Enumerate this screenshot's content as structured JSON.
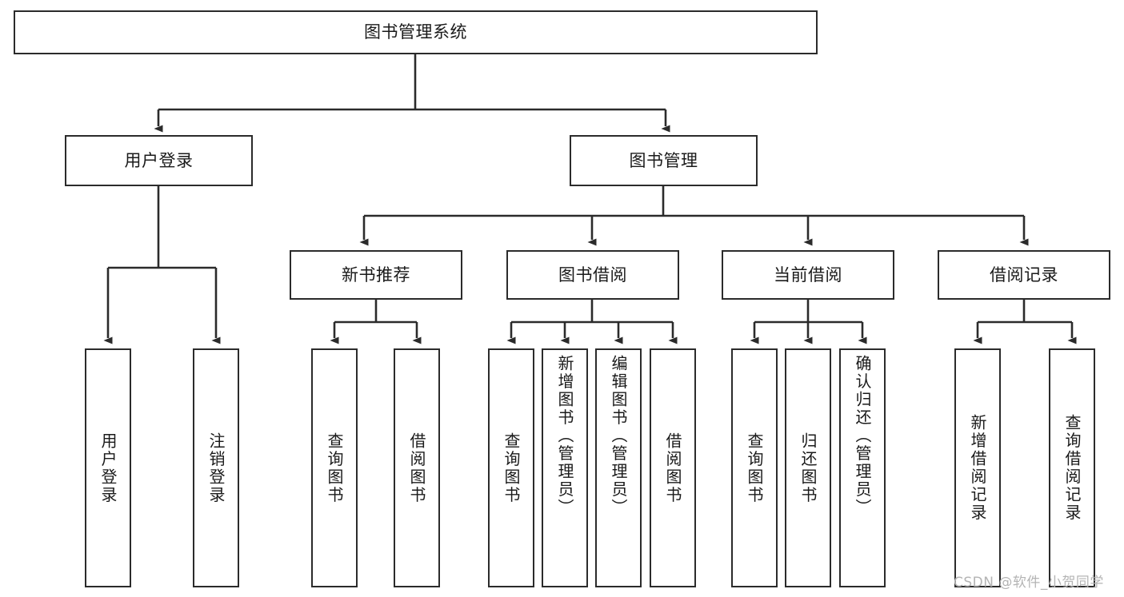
{
  "diagram": {
    "title": "图书管理系统",
    "type": "tree-hierarchy-chart",
    "watermark": "CSDN @软件_小贺同学",
    "root": {
      "id": "root",
      "label": "图书管理系统"
    },
    "level1": [
      {
        "id": "user-login",
        "label": "用户登录"
      },
      {
        "id": "book-manage",
        "label": "图书管理"
      }
    ],
    "level2": [
      {
        "id": "new-book-recommend",
        "label": "新书推荐"
      },
      {
        "id": "book-borrow",
        "label": "图书借阅"
      },
      {
        "id": "current-borrow",
        "label": "当前借阅"
      },
      {
        "id": "borrow-record",
        "label": "借阅记录"
      }
    ],
    "leaves": {
      "user_login": [
        {
          "id": "leaf-user-login",
          "label": "用户登录"
        },
        {
          "id": "leaf-logout-login",
          "label": "注销登录"
        }
      ],
      "new_book_recommend": [
        {
          "id": "leaf-query-book-1",
          "label": "查询图书"
        },
        {
          "id": "leaf-borrow-book-1",
          "label": "借阅图书"
        }
      ],
      "book_borrow": [
        {
          "id": "leaf-query-book-2",
          "label": "查询图书"
        },
        {
          "id": "leaf-add-book",
          "label": "新增图书（管理员）"
        },
        {
          "id": "leaf-edit-book",
          "label": "编辑图书（管理员）"
        },
        {
          "id": "leaf-borrow-book-2",
          "label": "借阅图书"
        }
      ],
      "current_borrow": [
        {
          "id": "leaf-query-book-3",
          "label": "查询图书"
        },
        {
          "id": "leaf-return-book",
          "label": "归还图书"
        },
        {
          "id": "leaf-confirm-return",
          "label": "确认归还（管理员）"
        }
      ],
      "borrow_record": [
        {
          "id": "leaf-add-record",
          "label": "新增借阅记录"
        },
        {
          "id": "leaf-query-record",
          "label": "查询借阅记录"
        }
      ]
    },
    "colors": {
      "stroke": "#2b2b2b",
      "fill": "#ffffff",
      "text": "#1a1a1a",
      "watermark": "#b4b4b4"
    }
  }
}
